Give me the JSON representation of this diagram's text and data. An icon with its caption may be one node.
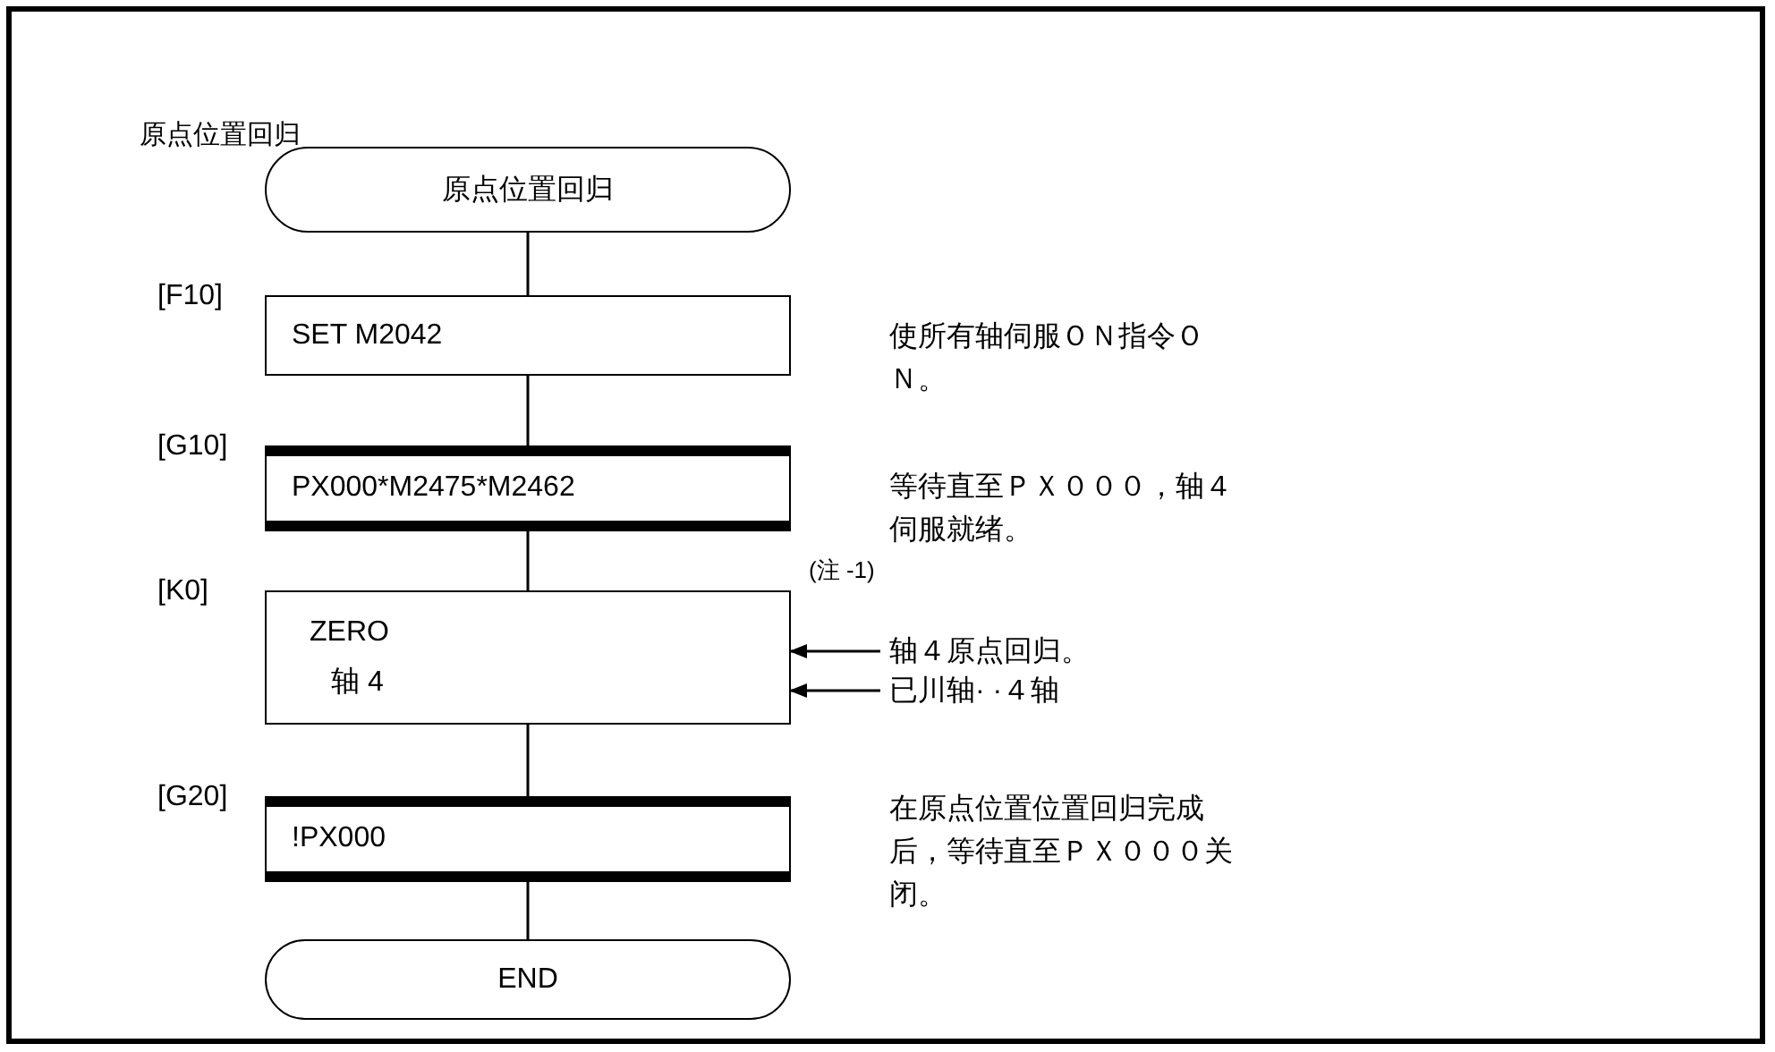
{
  "diagram": {
    "title": "原点位置回归",
    "nodes": [
      {
        "text": [
          "原点位置回归"
        ]
      },
      {
        "text": [
          "SET M2042"
        ],
        "beside": [
          "[F10]",
          "使所有轴伺服ＯＮ指令ＯＮ。"
        ]
      },
      {
        "text": [
          "PX000*M2475*M2462"
        ],
        "beside": [
          "[G10]",
          "等待直至ＰＸ０００，轴４伺服就绪。"
        ]
      },
      {
        "text": [
          "ZERO",
          "轴 4"
        ],
        "beside": [
          "[K0]"
        ]
      },
      {
        "text": [
          "轴４原点回归。"
        ]
      },
      {
        "text": [
          "已川轴· ·４轴"
        ]
      },
      {
        "text": [
          "!PX000"
        ],
        "beside": [
          "[G20]",
          "在原点位置位置回归完成后，等待直至ＰＸ０００关闭。"
        ]
      },
      {
        "text": [
          "END"
        ]
      }
    ],
    "edges": [
      {
        "from": 0,
        "to": 1,
        "arrow": "none"
      },
      {
        "from": 1,
        "to": 2,
        "arrow": "none"
      },
      {
        "from": 2,
        "to": 3,
        "arrow": "none"
      },
      {
        "from": 3,
        "to": 6,
        "arrow": "none"
      },
      {
        "from": 6,
        "to": 7,
        "arrow": "none"
      },
      {
        "from": 4,
        "to": 3,
        "arrow": "to"
      },
      {
        "from": 5,
        "to": 3,
        "arrow": "to"
      }
    ],
    "labels": [
      "(注 -1)"
    ]
  }
}
